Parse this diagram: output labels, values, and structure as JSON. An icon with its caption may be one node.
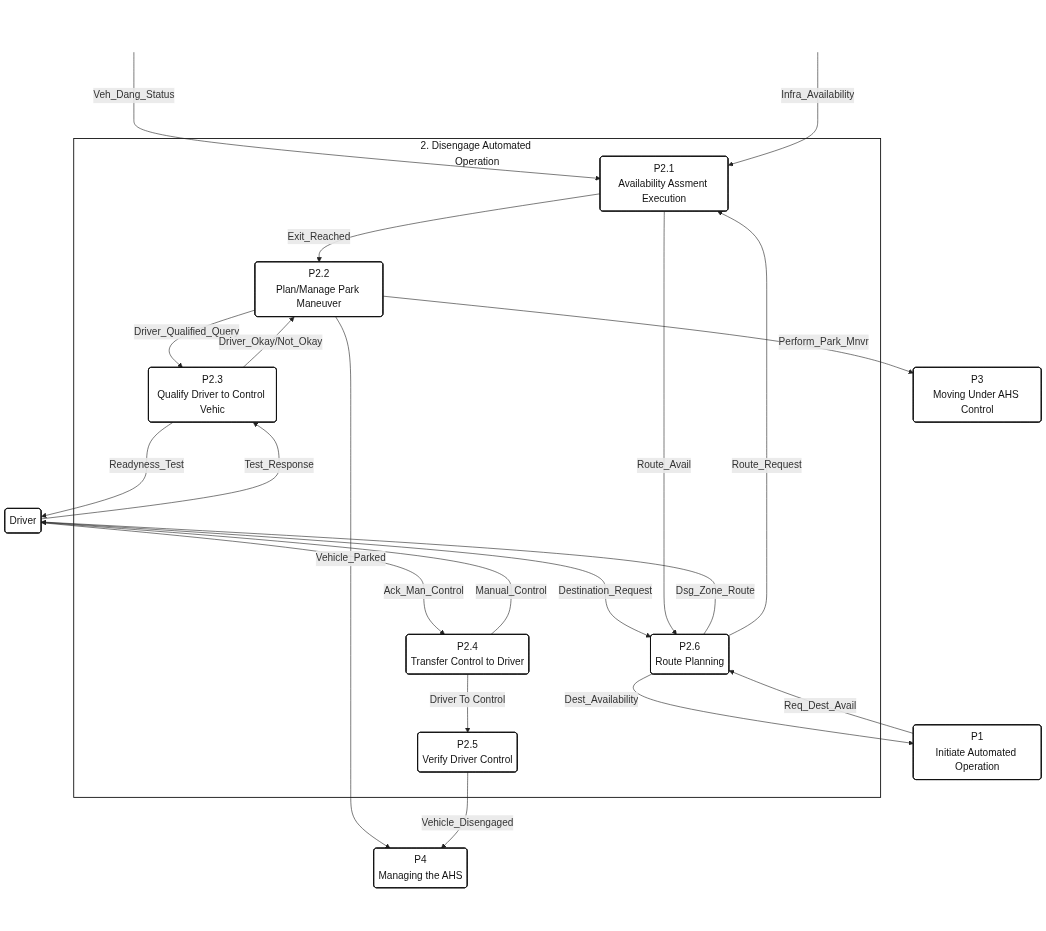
{
  "diagram": {
    "nodes": [
      {
        "text": [
          "2. Disengage Automated Operation"
        ]
      },
      {
        "text": [
          "P3",
          "Moving Under AHS Control"
        ]
      },
      {
        "text": [
          "Driver"
        ]
      },
      {
        "text": [
          "P2.1",
          "Availability Assment Execution"
        ],
        "in": 0
      },
      {
        "text": [
          "P2.2",
          "Plan/Manage Park Maneuver"
        ],
        "in": 0
      },
      {
        "text": [
          "P4",
          "Managing the AHS"
        ]
      },
      {
        "text": [
          "P2.5",
          "Verify Driver Control"
        ],
        "in": 0
      },
      {
        "text": [
          "P2.3",
          "Qualify Driver to Control Vehic"
        ],
        "in": 0
      },
      {
        "text": [
          "P2.6",
          "Route Planning"
        ],
        "in": 0
      },
      {
        "text": [
          "P1",
          "Initiate Automated Operation"
        ]
      },
      {
        "text": [
          "P2.4",
          "Transfer Control to Driver"
        ],
        "in": 0
      }
    ],
    "edges": [
      {
        "from": null,
        "to": 3,
        "arrow": "to",
        "label": "Veh_Dang_Status"
      },
      {
        "from": null,
        "to": 3,
        "arrow": "to",
        "label": "Infra_Availability"
      },
      {
        "from": 3,
        "to": 4,
        "arrow": "to",
        "label": "Exit_Reached"
      },
      {
        "from": 4,
        "to": 1,
        "arrow": "to",
        "label": "Perform_Park_Mnvr"
      },
      {
        "from": 4,
        "to": 7,
        "arrow": "to",
        "label": "Driver_Qualified_Query"
      },
      {
        "from": 4,
        "to": 5,
        "arrow": "to",
        "label": "Vehicle_Parked"
      },
      {
        "from": 6,
        "to": 5,
        "arrow": "to",
        "label": "Vehicle_Disengaged"
      },
      {
        "from": 7,
        "to": 4,
        "arrow": "to",
        "label": "Driver_Okay/Not_Okay"
      },
      {
        "from": 10,
        "to": 6,
        "arrow": "to",
        "label": "Driver To Control"
      },
      {
        "from": 2,
        "to": 7,
        "arrow": "to",
        "label": "Test_Response"
      },
      {
        "from": 7,
        "to": 2,
        "arrow": "to",
        "label": "Readyness_Test"
      },
      {
        "from": 8,
        "to": 2,
        "arrow": "to",
        "label": "Dsg_Zone_Route"
      },
      {
        "from": 2,
        "to": 8,
        "arrow": "to",
        "label": "Destination_Request"
      },
      {
        "from": 8,
        "to": 3,
        "arrow": "to",
        "label": "Route_Request"
      },
      {
        "from": 3,
        "to": 8,
        "arrow": "to",
        "label": "Route_Avail"
      },
      {
        "from": 8,
        "to": 9,
        "arrow": "to",
        "label": "Dest_Availability"
      },
      {
        "from": 9,
        "to": 8,
        "arrow": "to",
        "label": "Req_Dest_Avail"
      },
      {
        "from": 2,
        "to": 10,
        "arrow": "to",
        "label": "Ack_Man_Control"
      },
      {
        "from": 10,
        "to": 2,
        "arrow": "to",
        "label": "Manual_Control"
      }
    ]
  }
}
